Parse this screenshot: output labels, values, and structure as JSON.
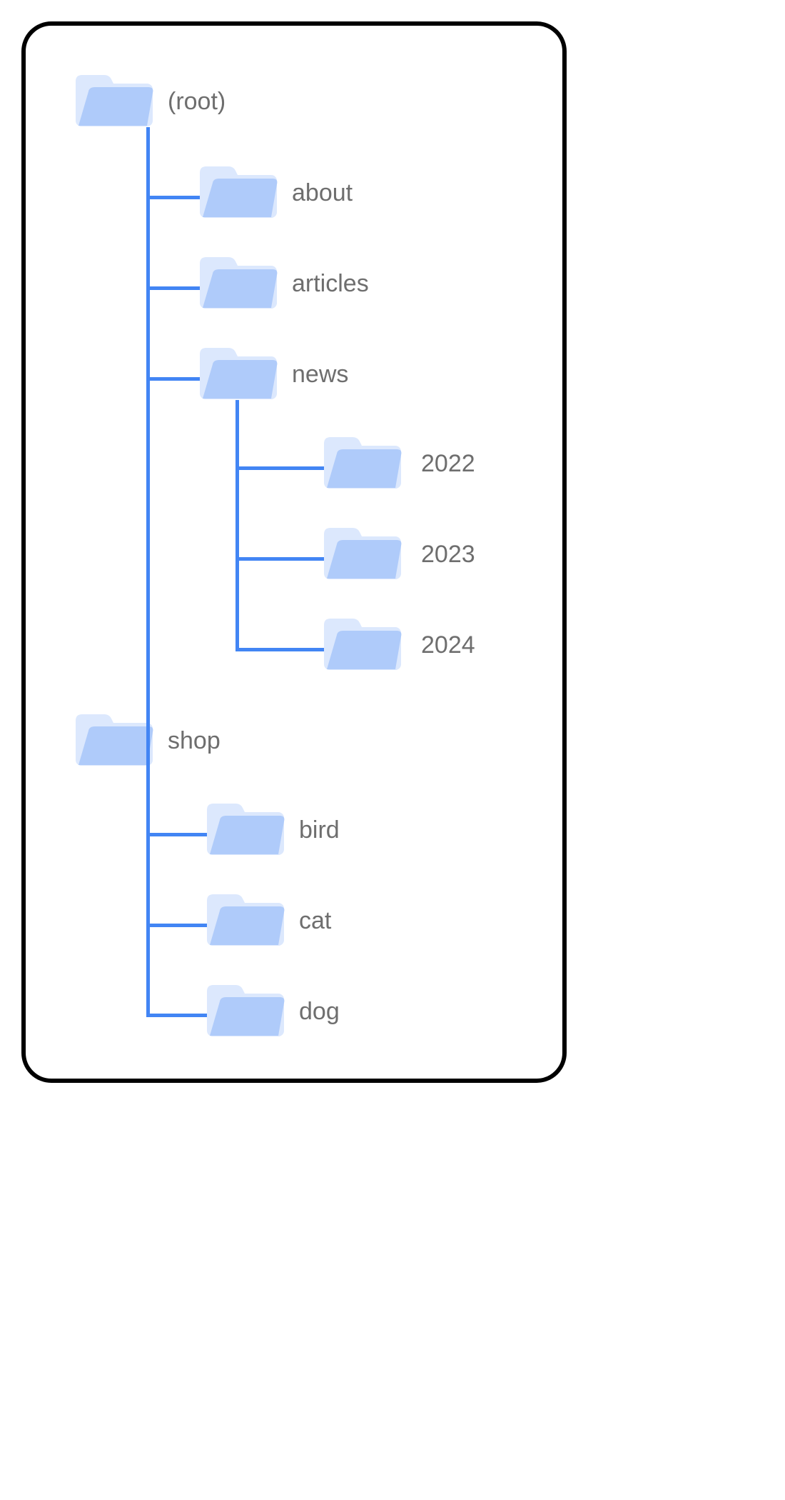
{
  "diagram": {
    "type": "file-tree",
    "title": "",
    "card": {
      "border_color": "#000000",
      "background": "#ffffff",
      "corner_radius": 42
    },
    "style": {
      "folder_back_color": "#DCE8FD",
      "folder_front_color": "#AFCBFA",
      "connector_color": "#4285F4",
      "label_color": "#6E6E6E",
      "label_font_size": 34
    },
    "nodes": [
      {
        "id": "root",
        "label": "(root)",
        "depth": 0,
        "icon": "folder-icon"
      },
      {
        "id": "about",
        "label": "about",
        "depth": 1,
        "icon": "folder-icon"
      },
      {
        "id": "articles",
        "label": "articles",
        "depth": 1,
        "icon": "folder-icon"
      },
      {
        "id": "news",
        "label": "news",
        "depth": 1,
        "icon": "folder-icon"
      },
      {
        "id": "news2022",
        "label": "2022",
        "depth": 2,
        "icon": "folder-icon"
      },
      {
        "id": "news2023",
        "label": "2023",
        "depth": 2,
        "icon": "folder-icon"
      },
      {
        "id": "news2024",
        "label": "2024",
        "depth": 2,
        "icon": "folder-icon"
      },
      {
        "id": "shop",
        "label": "shop",
        "depth": 0,
        "icon": "folder-icon"
      },
      {
        "id": "bird",
        "label": "bird",
        "depth": 1,
        "icon": "folder-icon"
      },
      {
        "id": "cat",
        "label": "cat",
        "depth": 1,
        "icon": "folder-icon"
      },
      {
        "id": "dog",
        "label": "dog",
        "depth": 1,
        "icon": "folder-icon"
      }
    ]
  }
}
